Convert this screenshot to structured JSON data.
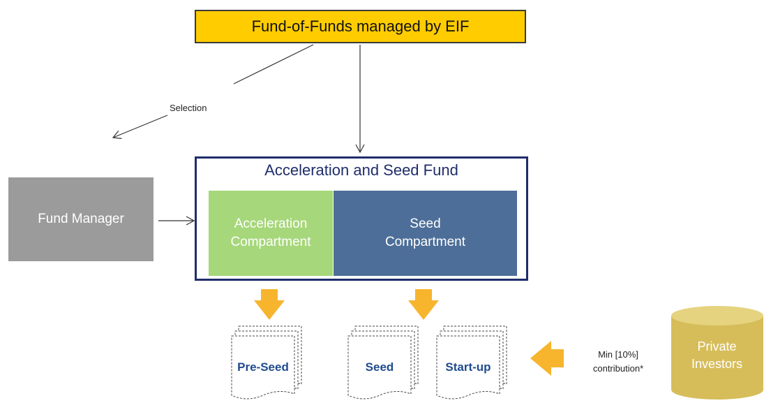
{
  "top": {
    "title": "Fund-of-Funds managed by EIF"
  },
  "edges": {
    "selection_label": "Selection"
  },
  "fund_manager": {
    "label": "Fund Manager"
  },
  "seed_fund": {
    "title": "Acceleration and Seed Fund",
    "compartments": [
      {
        "label": "Acceleration\nCompartment",
        "color": "#a6d77a"
      },
      {
        "label": "Seed\nCompartment",
        "color": "#4d6e98"
      }
    ]
  },
  "documents": [
    {
      "label": "Pre-Seed"
    },
    {
      "label": "Seed"
    },
    {
      "label": "Start-up"
    }
  ],
  "contribution": {
    "line1": "Min [10%]",
    "line2": "contribution*"
  },
  "investors": {
    "label": "Private\nInvestors"
  },
  "colors": {
    "top_fill": "#ffcc00",
    "frame": "#1f2d6b",
    "arrow_orange": "#f7b52e",
    "cylinder": "#d6bd5a",
    "doc_text": "#1f4b8e"
  }
}
